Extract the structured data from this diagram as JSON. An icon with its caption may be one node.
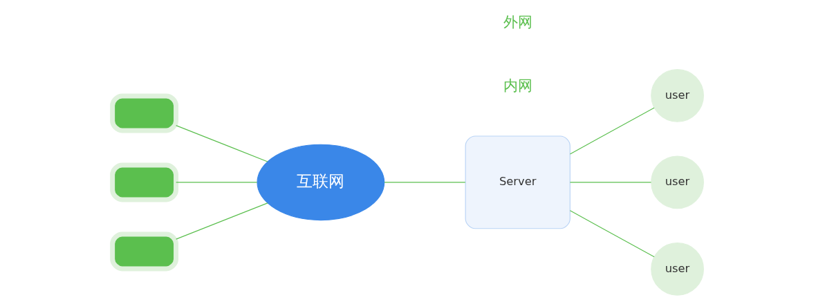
{
  "diagram": {
    "nodes": [
      {
        "text": [],
        "shape": "box"
      },
      {
        "text": [],
        "shape": "box"
      },
      {
        "text": [],
        "shape": "box"
      },
      {
        "text": [
          "互联网"
        ]
      },
      {
        "text": [
          "Server"
        ]
      },
      {
        "text": [
          "user"
        ]
      },
      {
        "text": [
          "user"
        ]
      },
      {
        "text": [
          "user"
        ]
      }
    ],
    "edges": [
      {
        "from": 0,
        "to": 3,
        "arrow": "none"
      },
      {
        "from": 1,
        "to": 3,
        "arrow": "none"
      },
      {
        "from": 2,
        "to": 3,
        "arrow": "none"
      },
      {
        "from": 3,
        "to": 4,
        "arrow": "none"
      },
      {
        "from": 4,
        "to": 5,
        "arrow": "none"
      },
      {
        "from": 4,
        "to": 6,
        "arrow": "none"
      },
      {
        "from": 4,
        "to": 7,
        "arrow": "none"
      }
    ],
    "labels": [
      "外网",
      "内网"
    ]
  }
}
